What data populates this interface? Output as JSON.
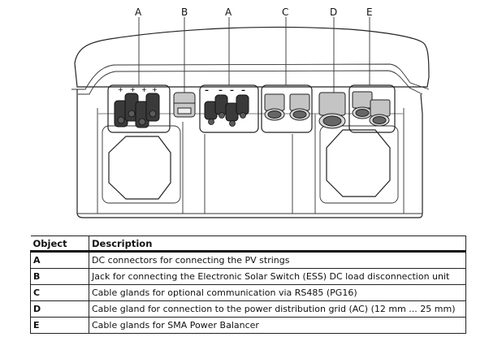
{
  "diagram": {
    "callouts": [
      {
        "id": "A1",
        "label": "A"
      },
      {
        "id": "B",
        "label": "B"
      },
      {
        "id": "A2",
        "label": "A"
      },
      {
        "id": "C",
        "label": "C"
      },
      {
        "id": "D",
        "label": "D"
      },
      {
        "id": "E",
        "label": "E"
      }
    ],
    "polarity_plus": [
      "+",
      "+",
      "+",
      "+"
    ],
    "polarity_minus": [
      "–",
      "–",
      "–",
      "–"
    ]
  },
  "table": {
    "headers": {
      "object": "Object",
      "description": "Description"
    },
    "rows": [
      {
        "object": "A",
        "description": "DC connectors for connecting the PV strings"
      },
      {
        "object": "B",
        "description": "Jack for connecting the Electronic Solar Switch (ESS) DC load disconnection unit"
      },
      {
        "object": "C",
        "description": "Cable glands for optional communication via RS485 (PG16)"
      },
      {
        "object": "D",
        "description": "Cable gland for connection to the power distribution grid (AC) (12 mm ... 25 mm)"
      },
      {
        "object": "E",
        "description": "Cable glands for SMA Power Balancer"
      }
    ]
  }
}
